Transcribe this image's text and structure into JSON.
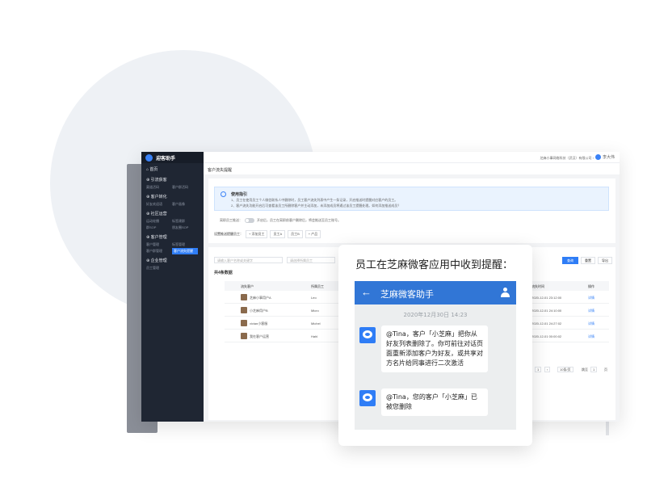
{
  "colors": {
    "accent": "#2f7df6",
    "sidebar": "#1f2633",
    "phone_header": "#3176d6"
  },
  "sidebar": {
    "logo_text": "迎客助手",
    "groups": [
      {
        "label": "⌂ 首页",
        "items": []
      },
      {
        "label": "⊕ 引流获客",
        "items": [
          "渠道活码",
          "客户群活码"
        ]
      },
      {
        "label": "⊕ 客户转化",
        "items": [
          "好友欢迎语",
          "客户画像"
        ]
      },
      {
        "label": "⊕ 社区运营",
        "items": [
          "运动轮播",
          "标签建群",
          "群SOP",
          "朋友圈SOP"
        ]
      },
      {
        "label": "⊕ 客户管理",
        "items": [
          "客户管理",
          "标签管理",
          "客户群管理",
          "客户流失提醒"
        ]
      },
      {
        "label": "⊕ 企业管理",
        "items": [
          "员工管理"
        ]
      }
    ]
  },
  "topbar": {
    "company": "芝麻小事网络科技（武汉）有限公司 ›",
    "user": "李大伟"
  },
  "breadcrumb": "客户流失提醒",
  "notice": {
    "title": "使用指引",
    "line1": "1、员工在使用员工个人微信联系人中删除时，员工客户流失列表中产生一条记录，开启推送时提醒对应客户的员工。",
    "line2": "2、客户流失功能开启后可查看该员工所删除客户并主动添加，未添加成员将通过该员工提醒处理。如何添加推送成员？"
  },
  "toggle_label": "离职员工推送：",
  "toggle_hint": "开启后，员工在离职前客户删除后，将会推送至员工账号。",
  "tag_row": {
    "label": "设置推送提醒员工：",
    "tags": [
      "+ 添加员工",
      "员工A",
      "员工B",
      "+ 产品"
    ]
  },
  "search": {
    "customer_placeholder": "请输入客户名称或关键字",
    "staff_placeholder": "请选择所属员工"
  },
  "count_text": "共4条数据",
  "buttons": {
    "query": "查询",
    "reset": "重置",
    "export": "导出"
  },
  "table": {
    "headers": [
      "流失客户",
      "所属员工",
      "流失时间",
      "操作"
    ],
    "rows": [
      {
        "name": "芝麻小事用户A",
        "owner": "Leo",
        "time": "2020-12-01 23:12:00",
        "op": "详情"
      },
      {
        "name": "小芝麻用户B",
        "owner": "Micro",
        "time": "2020-12-01 24:10:00",
        "op": "详情"
      },
      {
        "name": "vivian小客服",
        "owner": "Michel",
        "time": "2020-12-01 24:27:02",
        "op": "详情"
      },
      {
        "name": "我在客户运营",
        "owner": "Hahl",
        "time": "2020-12-01 00:00:02",
        "op": "详情"
      }
    ]
  },
  "pager": {
    "prev": "‹",
    "page": "1",
    "next": "›",
    "size": "10条/页",
    "jump_label": "跳至",
    "jump_value": "1",
    "jump_suffix": "页"
  },
  "card": {
    "title": "员工在芝麻微客应用中收到提醒：",
    "phone_title": "芝麻微客助手",
    "date": "2020年12月30日  14:23",
    "message1": "@Tina，客户「小芝麻」把你从好友列表删除了。你可前往对话页面重新添加客户为好友，或共享对方名片给同事进行二次激活",
    "message2": "@Tina，您的客户「小芝麻」已被您删除"
  }
}
